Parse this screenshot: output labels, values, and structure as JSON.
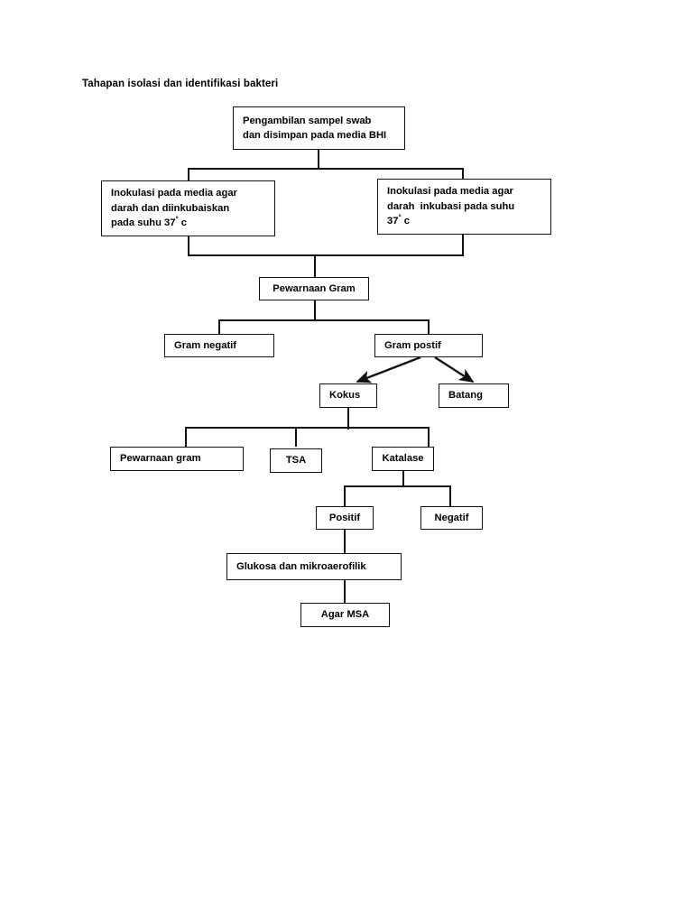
{
  "document": {
    "title": "Tahapan isolasi dan identifikasi bakteri"
  },
  "diagram": {
    "type": "flowchart",
    "orientation": "top-down",
    "box_fill": "#ffffff",
    "box_stroke": "#111111",
    "connector_color": "#111111",
    "nodes": {
      "sample": {
        "line1": "Pengambilan sampel swab",
        "line2": "dan disimpan pada media BHI"
      },
      "inoculation_left": {
        "line1": "Inokulasi pada media agar",
        "line2": "darah dan diinkubaiskan",
        "line3_pre": "pada suhu 37",
        "line3_deg": "°",
        "line3_post": " c"
      },
      "inoculation_right": {
        "line1": "Inokulasi pada media agar",
        "line2": "darah  inkubasi pada suhu",
        "line3_pre": "37",
        "line3_deg": "°",
        "line3_post": " c"
      },
      "gram_stain": {
        "label": "Pewarnaan Gram"
      },
      "gram_negative": {
        "label": "Gram negatif"
      },
      "gram_positive": {
        "label": "Gram postif"
      },
      "cocci": {
        "label": "Kokus"
      },
      "rod": {
        "label": "Batang"
      },
      "gram_stain_2": {
        "label": "Pewarnaan gram"
      },
      "tsa": {
        "label": "TSA"
      },
      "catalase": {
        "label": "Katalase"
      },
      "catalase_positive": {
        "label": "Positif"
      },
      "catalase_negative": {
        "label": "Negatif"
      },
      "glucose": {
        "label": "Glukosa dan mikroaerofilik"
      },
      "msa": {
        "label": "Agar MSA"
      }
    }
  }
}
